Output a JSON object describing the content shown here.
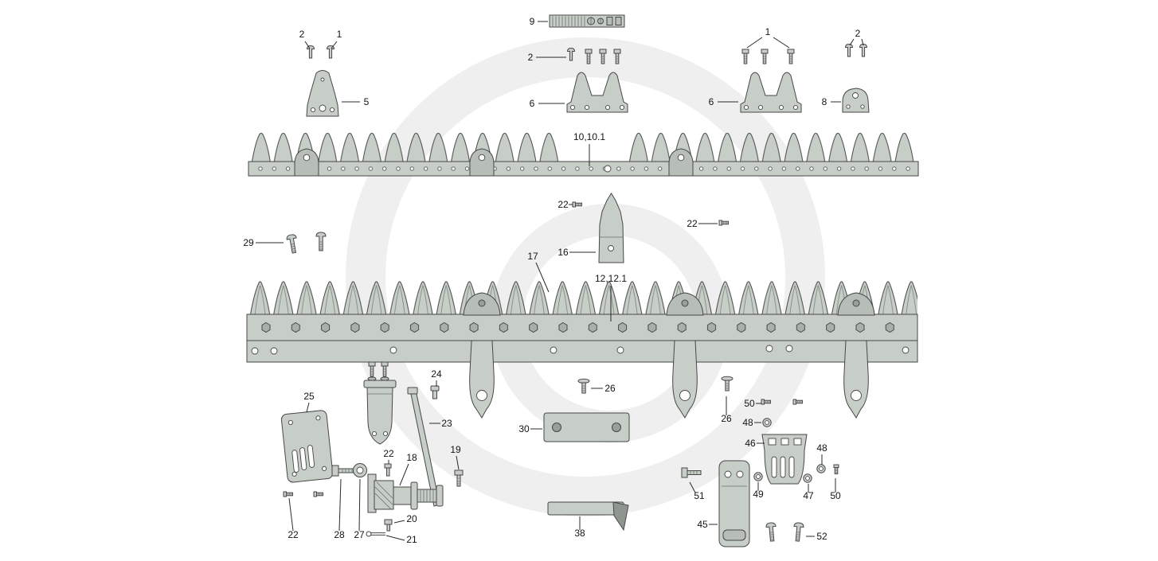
{
  "meta": {
    "type": "exploded-parts-diagram",
    "subject": "cutter bar / knife section parts diagram",
    "background": "#ffffff"
  },
  "colors": {
    "part_fill": "#c7cec7",
    "part_fill_dark": "#b7beb7",
    "part_fill_darker": "#99a099",
    "outline": "#474747",
    "hole_fill": "#fdfdfd",
    "label_text": "#141414",
    "leader_line": "#2b2b2b",
    "watermark": "#efefef"
  },
  "callouts": [
    {
      "id": "c0",
      "label": "2"
    },
    {
      "id": "c1",
      "label": "1"
    },
    {
      "id": "c2",
      "label": "9"
    },
    {
      "id": "c3",
      "label": "2"
    },
    {
      "id": "c4",
      "label": "1"
    },
    {
      "id": "c5",
      "label": "2"
    },
    {
      "id": "c6",
      "label": "5"
    },
    {
      "id": "c7",
      "label": "6"
    },
    {
      "id": "c8",
      "label": "6"
    },
    {
      "id": "c9",
      "label": "8"
    },
    {
      "id": "c10",
      "label": "10,10.1"
    },
    {
      "id": "c11",
      "label": "22"
    },
    {
      "id": "c12",
      "label": "22"
    },
    {
      "id": "c13",
      "label": "29"
    },
    {
      "id": "c14",
      "label": "16"
    },
    {
      "id": "c15",
      "label": "17"
    },
    {
      "id": "c16",
      "label": "12,12.1"
    },
    {
      "id": "c17",
      "label": "24"
    },
    {
      "id": "c18",
      "label": "26"
    },
    {
      "id": "c19",
      "label": "25"
    },
    {
      "id": "c20",
      "label": "50"
    },
    {
      "id": "c21",
      "label": "26"
    },
    {
      "id": "c22",
      "label": "48"
    },
    {
      "id": "c23",
      "label": "23"
    },
    {
      "id": "c24",
      "label": "30"
    },
    {
      "id": "c25",
      "label": "46"
    },
    {
      "id": "c26",
      "label": "48"
    },
    {
      "id": "c27",
      "label": "22"
    },
    {
      "id": "c28",
      "label": "18"
    },
    {
      "id": "c29",
      "label": "19"
    },
    {
      "id": "c30",
      "label": "49"
    },
    {
      "id": "c31",
      "label": "47"
    },
    {
      "id": "c32",
      "label": "50"
    },
    {
      "id": "c33",
      "label": "51"
    },
    {
      "id": "c34",
      "label": "20"
    },
    {
      "id": "c35",
      "label": "28"
    },
    {
      "id": "c36",
      "label": "27"
    },
    {
      "id": "c37",
      "label": "22"
    },
    {
      "id": "c38",
      "label": "38"
    },
    {
      "id": "c39",
      "label": "45"
    },
    {
      "id": "c40",
      "label": "21"
    },
    {
      "id": "c41",
      "label": "52"
    }
  ]
}
